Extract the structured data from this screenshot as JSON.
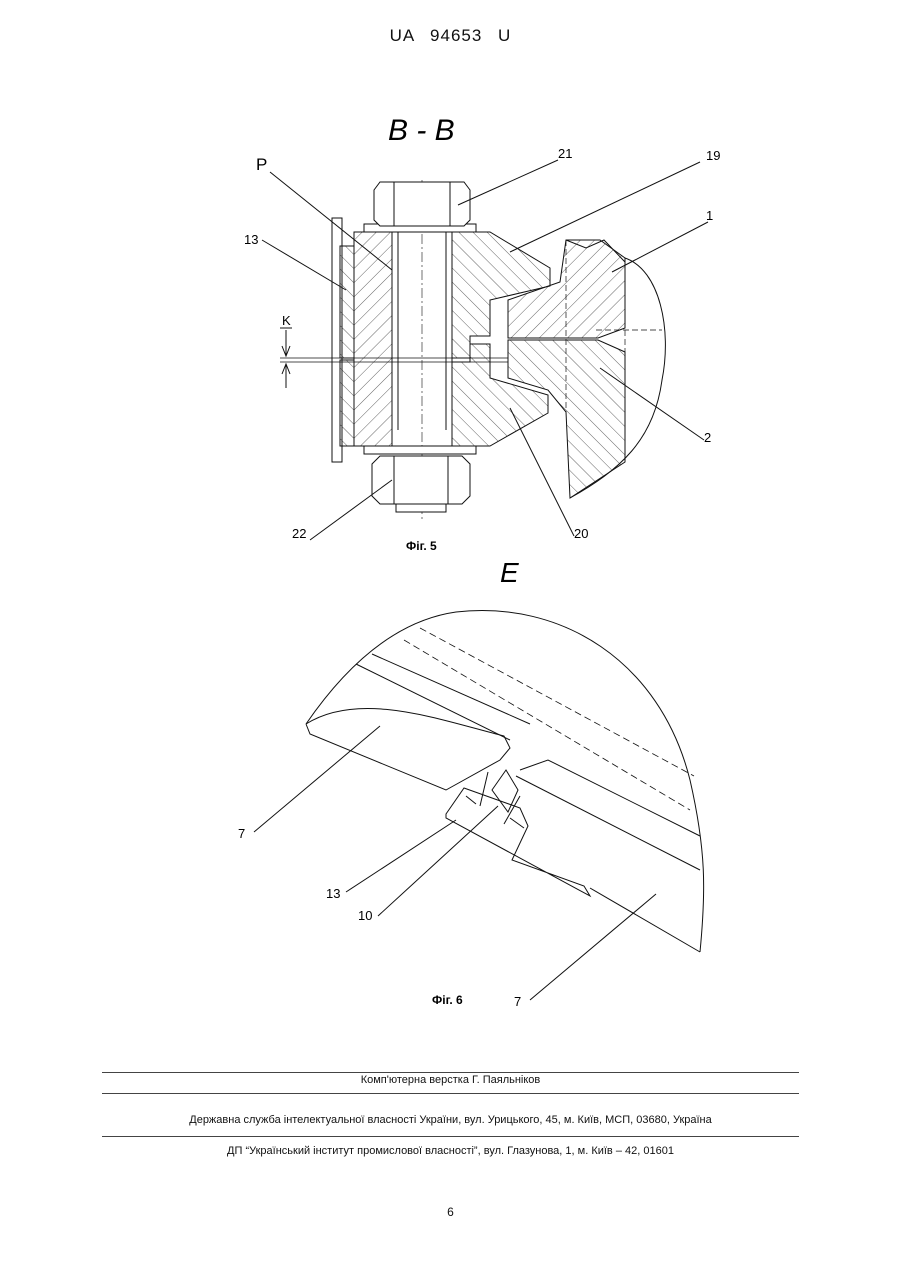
{
  "header": {
    "doc_number": "UA   94653   U"
  },
  "figure5": {
    "section_label": "B - B",
    "caption": "Фіг. 5",
    "labels": {
      "p": "P",
      "k": "K",
      "l13": "13",
      "l21": "21",
      "l19": "19",
      "l1": "1",
      "l2": "2",
      "l20": "20",
      "l22": "22"
    }
  },
  "figure6": {
    "section_label": "E",
    "caption": "Фіг. 6",
    "labels": {
      "l7a": "7",
      "l13": "13",
      "l10": "10",
      "l7b": "7"
    }
  },
  "footer": {
    "line1": "Комп'ютерна верстка Г. Паяльніков",
    "line2": "Державна служба інтелектуальної власності України, вул. Урицького, 45, м. Київ, МСП, 03680, Україна",
    "line3": "ДП “Український інститут промислової власності”, вул. Глазунова, 1, м. Київ – 42, 01601"
  },
  "page_number": "6"
}
